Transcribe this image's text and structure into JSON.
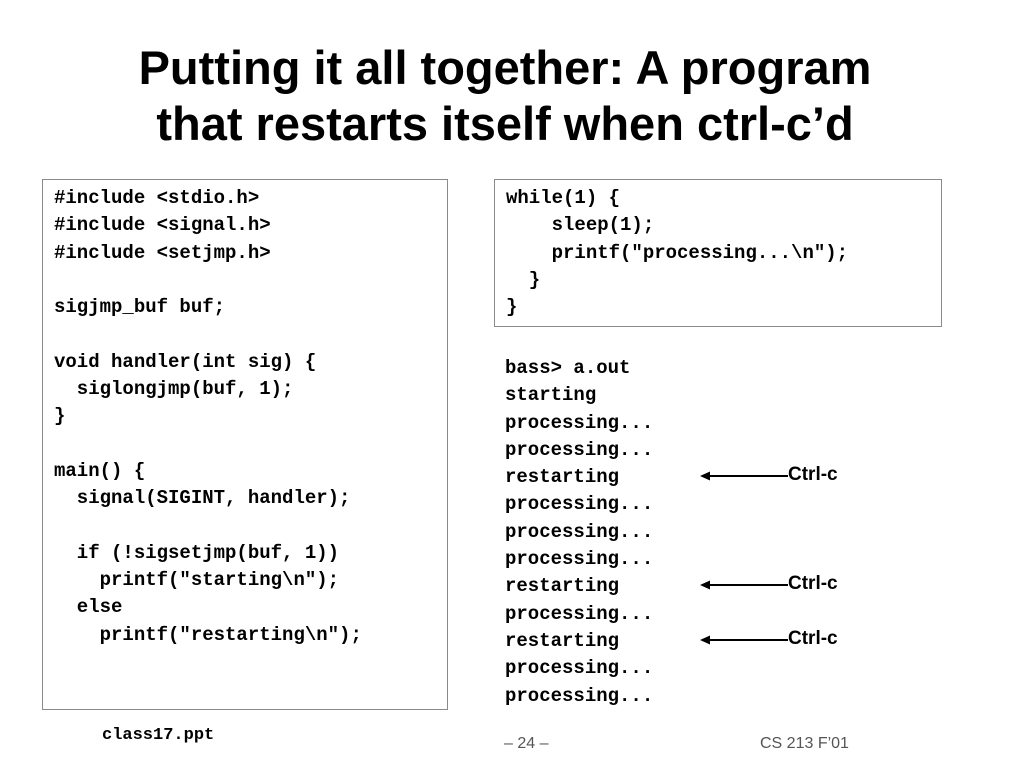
{
  "slide": {
    "title_lines": [
      "Putting it all together: A program",
      "that restarts itself when ctrl-c’d"
    ],
    "code_left": [
      "#include <stdio.h>",
      "#include <signal.h>",
      "#include <setjmp.h>",
      "",
      "sigjmp_buf buf;",
      "",
      "void handler(int sig) {",
      "  siglongjmp(buf, 1);",
      "}",
      "",
      "main() {",
      "  signal(SIGINT, handler);",
      "",
      "  if (!sigsetjmp(buf, 1))",
      "    printf(\"starting\\n\");",
      "  else",
      "    printf(\"restarting\\n\");"
    ],
    "code_right": [
      "while(1) {",
      "    sleep(1);",
      "    printf(\"processing...\\n\");",
      "  }",
      "}"
    ],
    "terminal_lines": [
      "bass> a.out",
      "starting",
      "processing...",
      "processing...",
      "restarting",
      "processing...",
      "processing...",
      "processing...",
      "restarting",
      "processing...",
      "restarting",
      "processing...",
      "processing..."
    ],
    "annotations": [
      {
        "label": "Ctrl-c",
        "points_to_line": 4
      },
      {
        "label": "Ctrl-c",
        "points_to_line": 8
      },
      {
        "label": "Ctrl-c",
        "points_to_line": 10
      }
    ],
    "footer": {
      "filename": "class17.ppt",
      "page": "– 24 –",
      "course": "CS 213 F’01"
    }
  }
}
